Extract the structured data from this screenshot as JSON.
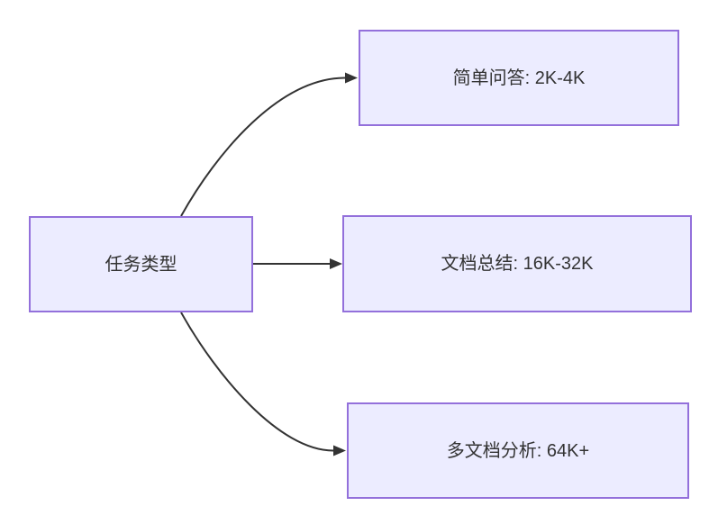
{
  "diagram": {
    "type": "flowchart-left-to-right",
    "root": {
      "label": "任务类型"
    },
    "children": [
      {
        "label": "简单问答: 2K-4K"
      },
      {
        "label": "文档总结: 16K-32K"
      },
      {
        "label": "多文档分析: 64K+"
      }
    ],
    "edges": [
      {
        "from": "任务类型",
        "to": "简单问答: 2K-4K",
        "style": "curved-up"
      },
      {
        "from": "任务类型",
        "to": "文档总结: 16K-32K",
        "style": "straight"
      },
      {
        "from": "任务类型",
        "to": "多文档分析: 64K+",
        "style": "curved-down"
      }
    ],
    "colors": {
      "node_fill": "#ECECFF",
      "node_border": "#9370DB",
      "edge": "#333333",
      "text": "#333333",
      "background": "#FFFFFF"
    }
  }
}
